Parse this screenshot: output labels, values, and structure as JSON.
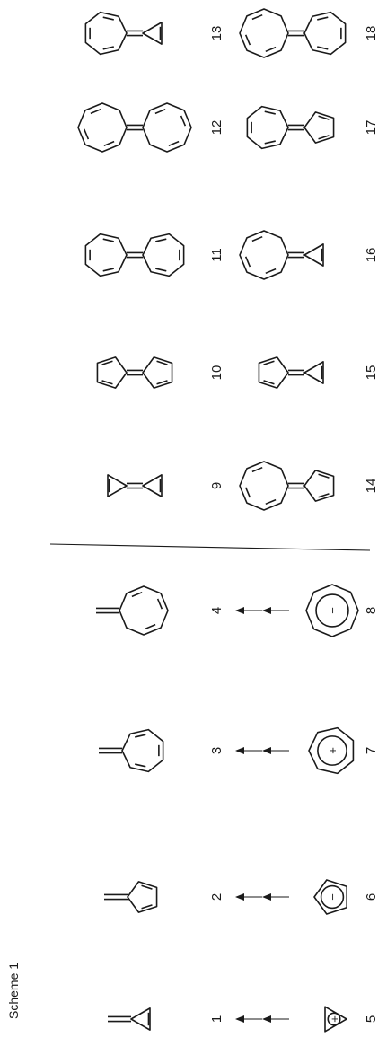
{
  "scheme": {
    "title": "Scheme 1",
    "top_section": {
      "parent_labels": [
        "1",
        "2",
        "3",
        "4"
      ],
      "ion_labels": [
        "5",
        "6",
        "7",
        "8"
      ],
      "ion_charges": [
        "+",
        "−",
        "+",
        "−"
      ]
    },
    "bottom_section": {
      "row_a_labels": [
        "9",
        "10",
        "11",
        "12",
        "13"
      ],
      "row_b_labels": [
        "14",
        "15",
        "16",
        "17",
        "18"
      ]
    }
  }
}
